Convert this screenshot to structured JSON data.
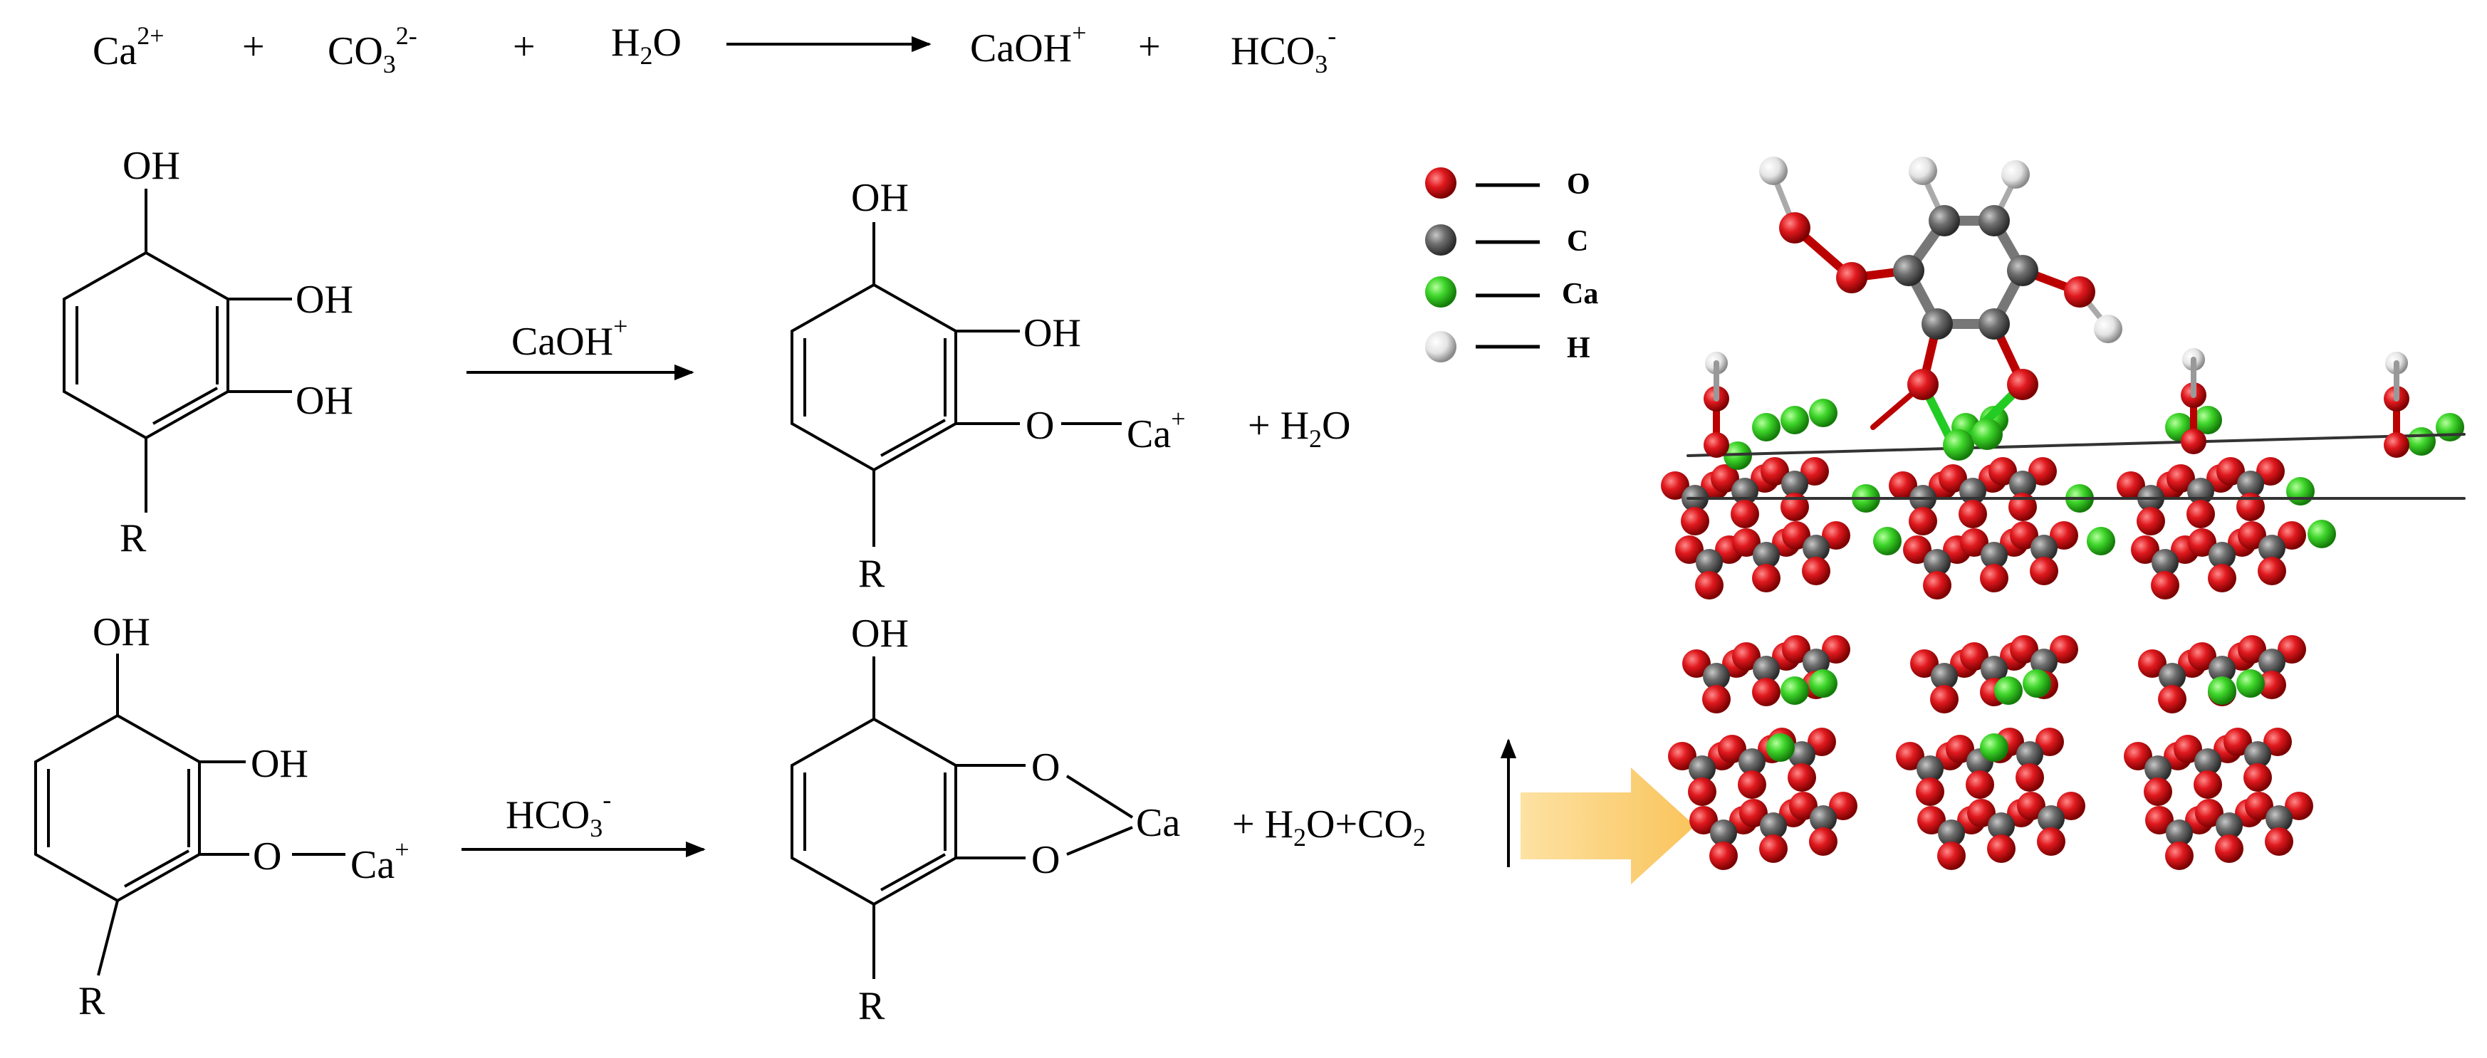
{
  "reaction1": {
    "ca": "Ca",
    "ca_charge": "2+",
    "plus1": "+",
    "co3": "CO",
    "co3_sub": "3",
    "co3_charge": "2-",
    "plus2": "+",
    "h2o_h": "H",
    "h2o_sub": "2",
    "h2o_o": "O",
    "caoh": "CaOH",
    "caoh_charge": "+",
    "plus3": "+",
    "hco3": "HCO",
    "hco3_sub": "3",
    "hco3_charge": "-"
  },
  "reaction2": {
    "reactant": {
      "oh_top": "OH",
      "oh_mid": "OH",
      "oh_low": "OH",
      "r": "R"
    },
    "reagent": "CaOH",
    "reagent_charge": "+",
    "product": {
      "oh_top": "OH",
      "oh_mid": "OH",
      "o": "O",
      "ca": "Ca",
      "ca_charge": "+",
      "r": "R"
    },
    "byproduct_plus": "+ H",
    "byproduct_sub": "2",
    "byproduct_o": "O"
  },
  "reaction3": {
    "reactant": {
      "oh_top": "OH",
      "oh_mid": "OH",
      "o": "O",
      "ca": "Ca",
      "ca_charge": "+",
      "r": "R"
    },
    "reagent": "HCO",
    "reagent_sub": "3",
    "reagent_charge": "-",
    "product": {
      "oh_top": "OH",
      "o1": "O",
      "o2": "O",
      "ca": "Ca",
      "r": "R"
    },
    "byproduct_a": "+ H",
    "byproduct_sub1": "2",
    "byproduct_b": "O+CO",
    "byproduct_sub2": "2"
  },
  "legend": [
    {
      "label": "O",
      "color": "#e0191e"
    },
    {
      "label": "C",
      "color": "#707070"
    },
    {
      "label": "Ca",
      "color": "#3fd62b"
    },
    {
      "label": "H",
      "color": "#f0f0f0"
    }
  ],
  "arrow_color": "#fcd57e"
}
